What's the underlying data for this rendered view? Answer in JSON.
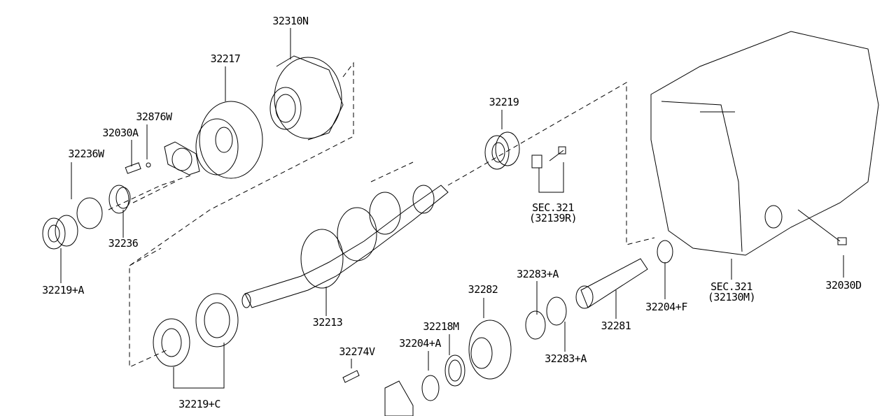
{
  "diagram": {
    "callouts": {
      "p32310N": "32310N",
      "p32217": "32217",
      "p32876W": "32876W",
      "p32030A": "32030A",
      "p32236W": "32236W",
      "p32236": "32236",
      "p32219A": "32219+A",
      "p32219": "32219",
      "sec321a_line1": "SEC.321",
      "sec321a_line2": "(32139R)",
      "p32213": "32213",
      "p32219C": "32219+C",
      "p32274V": "32274V",
      "p32204A": "32204+A",
      "p32218M": "32218M",
      "p32282": "32282",
      "p32283A_top": "32283+A",
      "p32283A_bottom": "32283+A",
      "p32281": "32281",
      "p32204F": "32204+F",
      "sec321b_line1": "SEC.321",
      "sec321b_line2": "(32130M)",
      "p32030D": "32030D"
    }
  }
}
